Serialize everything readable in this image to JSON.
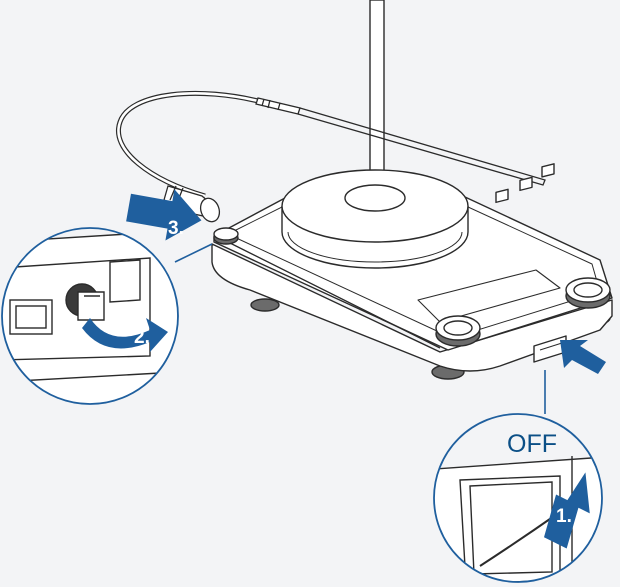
{
  "steps": {
    "step1": "1.",
    "step2": "2.",
    "step3": "3."
  },
  "switch_label": "OFF",
  "colors": {
    "accent": "#1f5f9e",
    "circle_border": "#1f5f9e",
    "line": "#2b2b2b",
    "background": "#f3f4f6",
    "device_fill": "#ffffff"
  },
  "icons": [
    "arrow-icon"
  ]
}
